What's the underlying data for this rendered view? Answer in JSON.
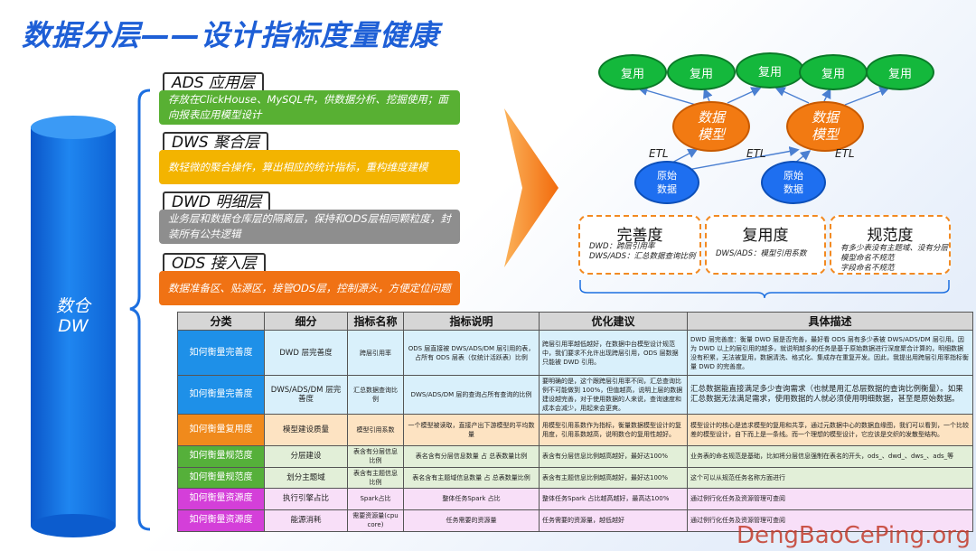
{
  "title": "数据分层——设计指标度量健康",
  "dw": {
    "line1": "数仓",
    "line2": "DW"
  },
  "layers": [
    {
      "name": "ADS 应用层",
      "desc": "存放在ClickHouse、MySQL中，供数据分析、挖掘使用；面向报表应用模型设计",
      "color": "#58b033"
    },
    {
      "name": "DWS 聚合层",
      "desc": "数轻微的聚合操作，算出相应的统计指标，重构维度建模",
      "color": "#f3b400"
    },
    {
      "name": "DWD 明细层",
      "desc": "业务层和数据仓库层的隔离层，保持和ODS层相同颗粒度，封装所有公共逻辑",
      "color": "#8e8e8e"
    },
    {
      "name": "ODS 接入层",
      "desc": "数据准备区、贴源区，接管ODS层，控制源头，方便定位问题",
      "color": "#f07214"
    }
  ],
  "diagram": {
    "reuse": [
      "复用",
      "复用",
      "复用",
      "复用",
      "复用"
    ],
    "model": [
      "数据\n模型",
      "数据\n模型"
    ],
    "raw": [
      "原始\n数据",
      "原始\n数据"
    ],
    "etl": [
      "ETL",
      "ETL",
      "ETL"
    ]
  },
  "metrics": [
    {
      "title": "完善度",
      "desc": [
        "DWD：跨层引用率",
        "DWS/ADS：汇总数据查询比例"
      ]
    },
    {
      "title": "复用度",
      "desc": [
        "DWS/ADS：模型引用系数"
      ]
    },
    {
      "title": "规范度",
      "desc": [
        "有多少表没有主题域、没有分层",
        "模型命名不规范",
        "字段命名不规范"
      ]
    }
  ],
  "table": {
    "headers": [
      "分类",
      "细分",
      "指标名称",
      "指标说明",
      "优化建议",
      "具体描述"
    ],
    "rows": [
      {
        "cat": "如何衡量完善度",
        "catColor": "#1e90e8",
        "bg": "#d9f0fb",
        "sub": "DWD 层完善度",
        "name": "跨层引用率",
        "desc": "ODS 层直接被 DWS/ADS/DM 层引用的表，占所有 ODS 层表（仅统计活跃表）比例",
        "opt": "跨层引用率越低越好，在数据中台模型设计规范中，我们要求不允许出现跨层引用，ODS 层数据只能被 DWD 引用。",
        "detail": "DWD 层完善度：衡量 DWD 层是否完善，最好看 ODS 层有多少表被 DWS/ADS/DM 层引用。因为 DWD 以上的层引用的越多，就说明越多的任务是基于原始数据进行深度聚合计算的，明细数据没有积累，无法被复用，数据清洗、格式化、集成存在重复开发。因此，我提出用跨层引用率指标衡量 DWD 的完善度。"
      },
      {
        "cat": "如何衡量完善度",
        "catColor": "#1e90e8",
        "bg": "#d9f0fb",
        "sub": "DWS/ADS/DM 层完善度",
        "name": "汇总数据查询比例",
        "desc": "DWS/ADS/DM 层的查询占所有查询的比例",
        "opt": "要明确的是，这个跟跨层引用率不同，汇总查询比例不可能做到 100%，但值越高，说明上层的数据建设越完善，对于使用数据的人来说，查询速度和成本会减少，用起来会更爽。",
        "detail": "汇总数据能直接满足多少查询需求（也就是用汇总层数据的查询比例衡量）。如果汇总数据无法满足需求，使用数据的人就必须使用明细数据，甚至是原始数据。"
      },
      {
        "cat": "如何衡量复用度",
        "catColor": "#f08a1c",
        "bg": "#fde3c2",
        "sub": "模型建设质量",
        "name": "模型引用系数",
        "desc": "一个模型被读取，直接产出下游模型的平均数量",
        "opt": "用模型引用系数作为指标，衡量数据模型设计的复用度，引用系数越高，说明数仓的复用性越好。",
        "detail": "模型设计的核心是追求模型的复用和共享，通过元数据中心的数据血缘图，我们可以看到，一个比较差的模型设计，自下而上是一条线。而一个理想的模型设计，它应该是交织的发散型结构。"
      },
      {
        "cat": "如何衡量规范度",
        "catColor": "#55b03a",
        "bg": "#e2efd8",
        "sub": "分层建设",
        "name": "表含有分层信息比例",
        "desc": "表名含有分层信息数量 占 总表数量比例",
        "opt": "表含有分层信息比例越高越好，最好达100%",
        "detail": "业务表的命名规范是基础，比如将分层信息强制在表名的开头，ods_、dwd_、dws_、ads_等"
      },
      {
        "cat": "如何衡量规范度",
        "catColor": "#55b03a",
        "bg": "#e2efd8",
        "sub": "划分主题域",
        "name": "表含有主题信息比例",
        "desc": "表名含有主题域信息数量 占 总表数量比例",
        "opt": "表含有主题信息比例越高越好，最好达100%",
        "detail": "这个可以从规范任务名称方面进行"
      },
      {
        "cat": "如何衡量资源度",
        "catColor": "#d43fd9",
        "bg": "#f8dff8",
        "sub": "执行引擎占比",
        "name": "Spark占比",
        "desc": "整体任务Spark 占比",
        "opt": "整体任务Spark 占比越高越好，最高达100%",
        "detail": "通过例行化任务及资源管理可查阅"
      },
      {
        "cat": "如何衡量资源度",
        "catColor": "#d43fd9",
        "bg": "#f8dff8",
        "sub": "能源消耗",
        "name": "需要资源量(cpu core)",
        "desc": "任务需要的资源量",
        "opt": "任务需要的资源量，越低越好",
        "detail": "通过例行化任务及资源管理可查阅"
      }
    ]
  },
  "watermark": "DengBaoCePing.org"
}
